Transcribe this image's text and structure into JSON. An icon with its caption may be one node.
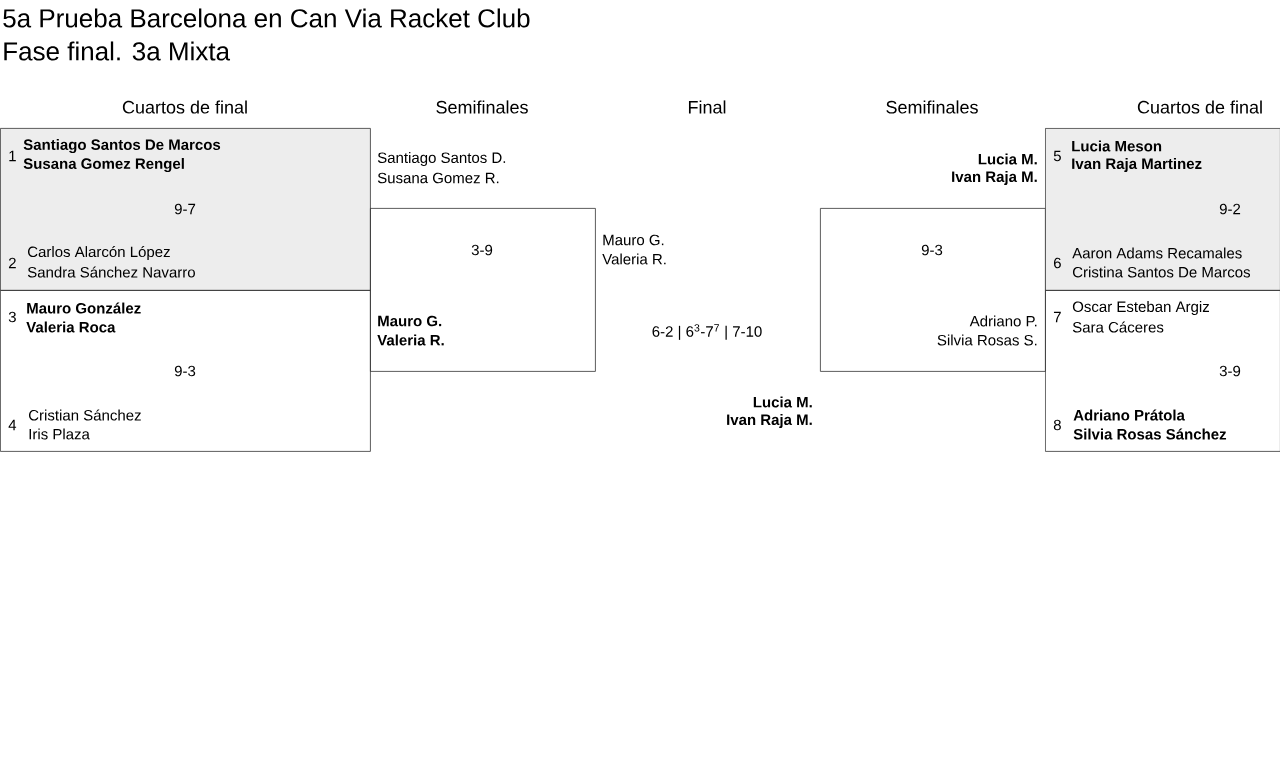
{
  "diagram": {
    "title": "5a Prueba Barcelona en Can Via Racket Club",
    "nodes": [
      {
        "text": [
          "1",
          "Santiago Santos De Marcos",
          "Susana Gomez Rengel",
          "9-7",
          "2",
          "Carlos Alarcón López",
          "Sandra Sánchez Navarro"
        ]
      },
      {
        "text": [
          "3",
          "Mauro González",
          "Valeria Roca",
          "9-3",
          "4",
          "Cristian Sánchez",
          "Iris Plaza"
        ]
      },
      {
        "text": [
          "3-9",
          "Mauro G.",
          "Valeria R."
        ],
        "beside": [
          "Santiago Santos D.",
          "Susana Gomez R."
        ]
      },
      {
        "text": [
          "9-3",
          "Adriano P.",
          "Silvia Rosas S."
        ],
        "beside": [
          "Lucia M.",
          "Ivan Raja M."
        ]
      },
      {
        "text": [
          "5",
          "Lucia Meson",
          "Ivan Raja Martinez",
          "9-2",
          "6",
          "Aaron Adams Recamales",
          "Cristina Santos De Marcos"
        ]
      },
      {
        "text": [
          "7",
          "Oscar Esteban Argiz",
          "Sara Cáceres",
          "3-9",
          "8",
          "Adriano Prátola",
          "Silvia Rosas Sánchez"
        ]
      }
    ],
    "labels": [
      "Fase final. 3a Mixta",
      "Cuartos de final",
      "Semifinales",
      "Final",
      "Semifinales",
      "Cuartos de final",
      "Mauro G.",
      "Valeria R.",
      "6-2 | 6$^{3}$-7$^{7}$ | 7-10",
      "Lucia M.",
      "Ivan Raja M."
    ]
  }
}
